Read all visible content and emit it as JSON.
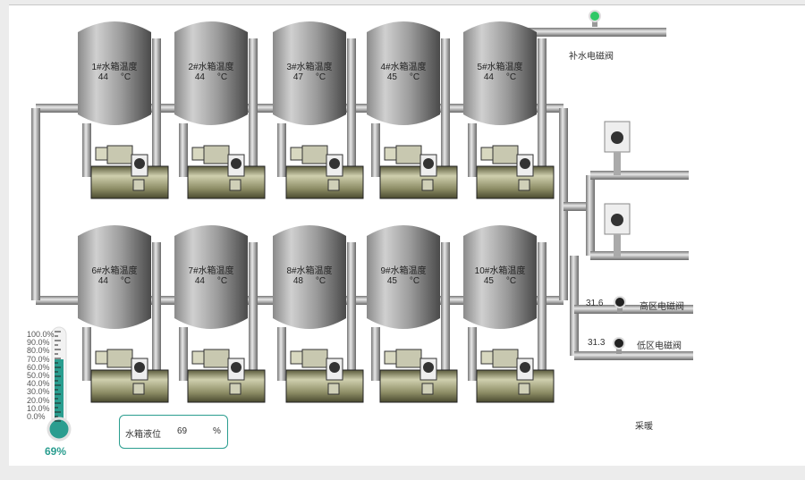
{
  "tanks": [
    {
      "label": "1#水箱温度",
      "value": "44",
      "unit": "°C"
    },
    {
      "label": "2#水箱温度",
      "value": "44",
      "unit": "°C"
    },
    {
      "label": "3#水箱温度",
      "value": "47",
      "unit": "°C"
    },
    {
      "label": "4#水箱温度",
      "value": "45",
      "unit": "°C"
    },
    {
      "label": "5#水箱温度",
      "value": "44",
      "unit": "°C"
    },
    {
      "label": "6#水箱温度",
      "value": "44",
      "unit": "°C"
    },
    {
      "label": "7#水箱温度",
      "value": "44",
      "unit": "°C"
    },
    {
      "label": "8#水箱温度",
      "value": "48",
      "unit": "°C"
    },
    {
      "label": "9#水箱温度",
      "value": "45",
      "unit": "°C"
    },
    {
      "label": "10#水箱温度",
      "value": "45",
      "unit": "°C"
    }
  ],
  "valves": {
    "makeup": {
      "label": "补水电磁阀",
      "status_color": "#2ec866"
    },
    "high": {
      "label": "高区电磁阀",
      "value": "31.6"
    },
    "low": {
      "label": "低区电磁阀",
      "value": "31.3"
    }
  },
  "mode_label": "采暖",
  "level": {
    "scale": [
      "100.0%",
      "90.0%",
      "80.0%",
      "70.0%",
      "60.0%",
      "50.0%",
      "40.0%",
      "30.0%",
      "20.0%",
      "10.0%",
      "0.0%"
    ],
    "percent": 69,
    "percent_label": "69%",
    "box_label": "水箱液位",
    "box_value": "69",
    "box_unit": "%",
    "color": "#2a9d8f"
  }
}
